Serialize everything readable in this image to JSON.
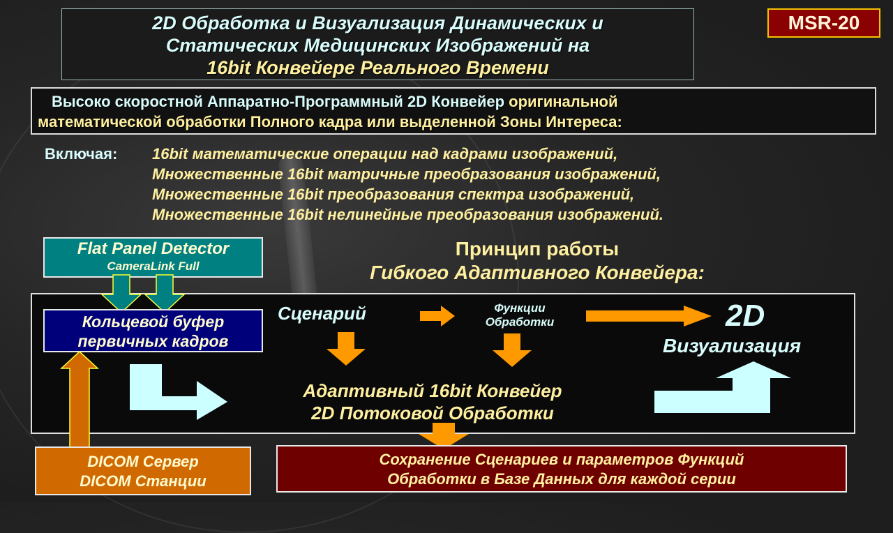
{
  "badge": {
    "label": "MSR-20"
  },
  "title": {
    "line1": "2D Обработка и Визуализация Динамических и",
    "line2": "Статических Медицинских Изображений на",
    "line3": "16bit Конвейере Реального Времени"
  },
  "subtitle": {
    "line1_part1": "Высоко скоростной Аппаратно-Программный 2D Конвейер ",
    "line1_part2": "оригинальной",
    "line2": "математической  обработки Полного кадра или выделенной Зоны Интереса:"
  },
  "includes": {
    "label": "Включая:",
    "items": [
      "16bit математические операции над кадрами изображений,",
      "Множественные 16bit матричные преобразования изображений,",
      "Множественные 16bit преобразования спектра изображений,",
      "Множественные 16bit нелинейные преобразования изображений."
    ]
  },
  "principle": {
    "line1": "Принцип работы",
    "line2": "Гибкого Адаптивного Конвейера:"
  },
  "diagram": {
    "flat_panel": {
      "line1": "Flat Panel Detector",
      "line2": "CameraLink Full"
    },
    "ring_buffer": {
      "line1": "Кольцевой буфер",
      "line2": "первичных кадров"
    },
    "scenario": "Сценарий",
    "functions": {
      "line1": "Функции",
      "line2": "Обработки"
    },
    "visualization": {
      "line1": "2D",
      "line2": "Визуализация"
    },
    "pipeline": {
      "line1": "Адаптивный 16bit Конвейер",
      "line2": "2D Потоковой Обработки"
    },
    "dicom": {
      "line1": "DICOM Сервер",
      "line2": "DICOM Станции"
    },
    "save": {
      "line1": "Сохранение Сценариев и параметров Функций",
      "line2": "Обработки в Базе Данных для каждой серии"
    }
  },
  "colors": {
    "teal": "#008080",
    "navy": "#00007a",
    "orange_box": "#d06a00",
    "maroon": "#6e0000",
    "badge_red": "#8b0000",
    "arrow_orange": "#ff9900",
    "arrow_cyan": "#ccffff",
    "text_cyan": "#d8fbfb",
    "text_yellow": "#fff0a0"
  }
}
